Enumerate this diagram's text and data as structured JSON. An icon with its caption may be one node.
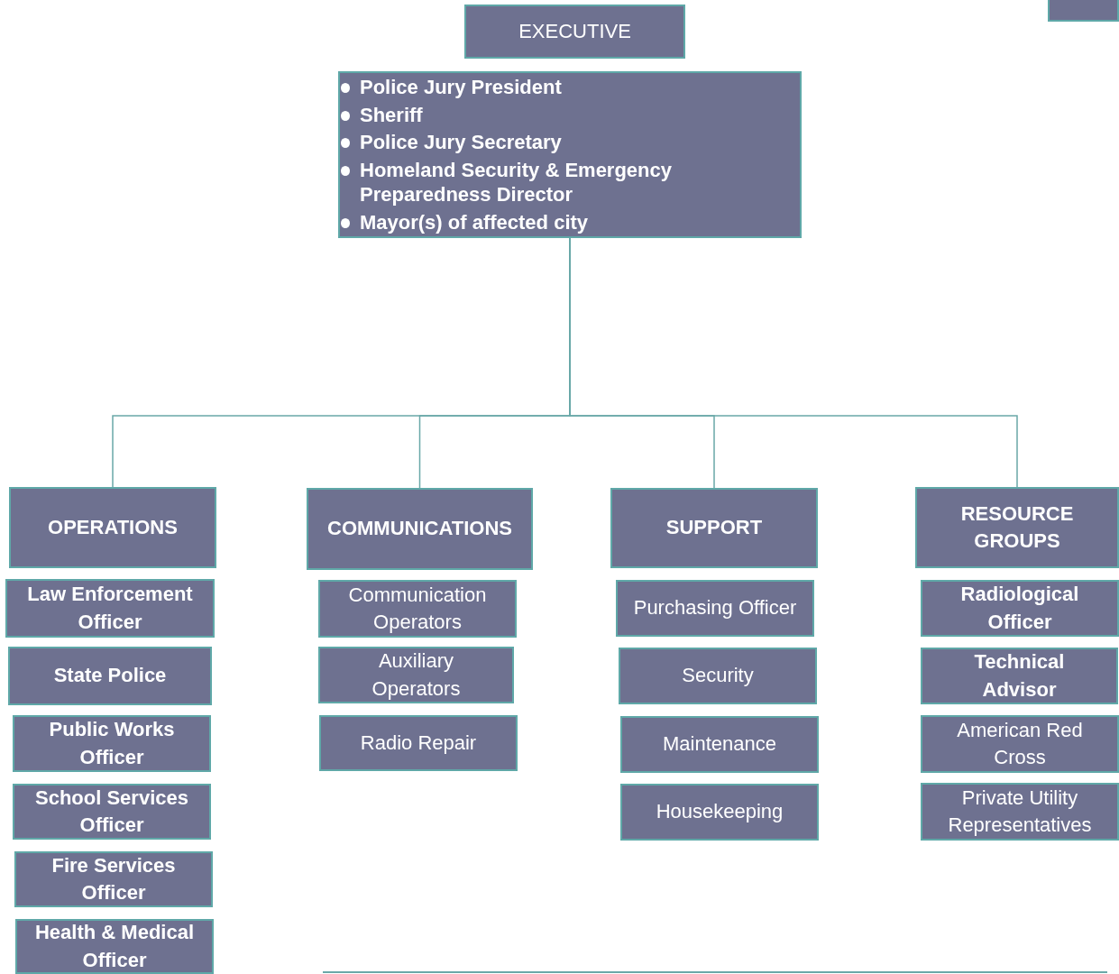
{
  "diagram": {
    "nodes": [
      {
        "text": [
          "EXECUTIVE"
        ]
      },
      {
        "text": [
          "Police Jury President",
          "Sheriff",
          "Police Jury Secretary",
          "Homeland Security & Emergency Preparedness Director",
          "Mayor(s) of affected city"
        ]
      },
      {
        "text": [
          "OPERATIONS"
        ]
      },
      {
        "text": [
          "COMMUNICATIONS"
        ]
      },
      {
        "text": [
          "SUPPORT"
        ]
      },
      {
        "text": [
          "RESOURCE GROUPS"
        ]
      },
      {
        "text": [
          "Law Enforcement Officer"
        ]
      },
      {
        "text": [
          "State Police"
        ]
      },
      {
        "text": [
          "Public Works Officer"
        ]
      },
      {
        "text": [
          "School Services Officer"
        ]
      },
      {
        "text": [
          "Fire Services Officer"
        ]
      },
      {
        "text": [
          "Health & Medical Officer"
        ]
      },
      {
        "text": [
          "Communication Operators"
        ]
      },
      {
        "text": [
          "Auxiliary Operators"
        ]
      },
      {
        "text": [
          "Radio Repair"
        ]
      },
      {
        "text": [
          "Purchasing Officer"
        ]
      },
      {
        "text": [
          "Security"
        ]
      },
      {
        "text": [
          "Maintenance"
        ]
      },
      {
        "text": [
          "Housekeeping"
        ]
      },
      {
        "text": [
          "Radiological Officer"
        ]
      },
      {
        "text": [
          "Technical Advisor"
        ]
      },
      {
        "text": [
          "American Red Cross"
        ]
      },
      {
        "text": [
          "Private Utility Representatives"
        ]
      },
      {
        "text": [],
        "shape": "box"
      }
    ],
    "edges": [
      {
        "from": 1,
        "to": 2,
        "arrow": "none"
      },
      {
        "from": 1,
        "to": 3,
        "arrow": "none"
      },
      {
        "from": 1,
        "to": 4,
        "arrow": "none"
      },
      {
        "from": 1,
        "to": 5,
        "arrow": "none"
      }
    ]
  }
}
